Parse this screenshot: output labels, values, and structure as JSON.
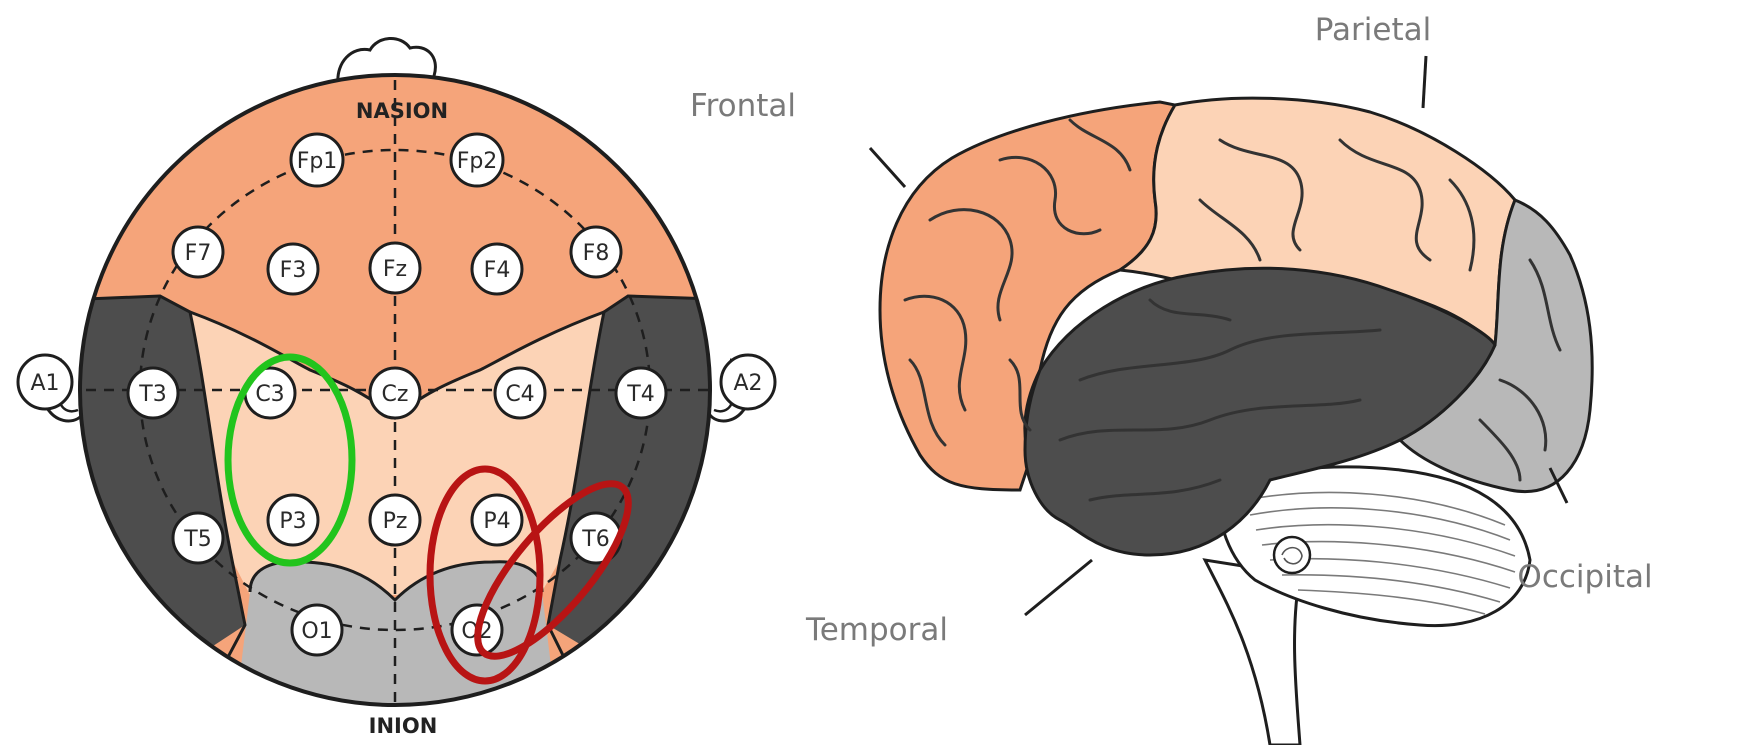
{
  "eeg_map": {
    "nasion_label": "NASION",
    "inion_label": "INION",
    "electrodes": [
      {
        "id": "fp1",
        "label": "Fp1"
      },
      {
        "id": "fp2",
        "label": "Fp2"
      },
      {
        "id": "f7",
        "label": "F7"
      },
      {
        "id": "f3",
        "label": "F3"
      },
      {
        "id": "fz",
        "label": "Fz"
      },
      {
        "id": "f4",
        "label": "F4"
      },
      {
        "id": "f8",
        "label": "F8"
      },
      {
        "id": "a1",
        "label": "A1"
      },
      {
        "id": "t3",
        "label": "T3"
      },
      {
        "id": "c3",
        "label": "C3"
      },
      {
        "id": "cz",
        "label": "Cz"
      },
      {
        "id": "c4",
        "label": "C4"
      },
      {
        "id": "t4",
        "label": "T4"
      },
      {
        "id": "a2",
        "label": "A2"
      },
      {
        "id": "t5",
        "label": "T5"
      },
      {
        "id": "p3",
        "label": "P3"
      },
      {
        "id": "pz",
        "label": "Pz"
      },
      {
        "id": "p4",
        "label": "P4"
      },
      {
        "id": "t6",
        "label": "T6"
      },
      {
        "id": "o1",
        "label": "O1"
      },
      {
        "id": "o2",
        "label": "O2"
      }
    ],
    "highlight_colors": {
      "green": "#22c41d",
      "red": "#b81414"
    }
  },
  "brain": {
    "lobes": {
      "frontal": "Frontal",
      "parietal": "Parietal",
      "occipital": "Occipital",
      "temporal": "Temporal"
    }
  },
  "colors": {
    "frontal": "#f5a47a",
    "parietal": "#fcd3b6",
    "temporal": "#4d4d4d",
    "occipital": "#b8b8b8",
    "outline": "#1e1e1e"
  }
}
